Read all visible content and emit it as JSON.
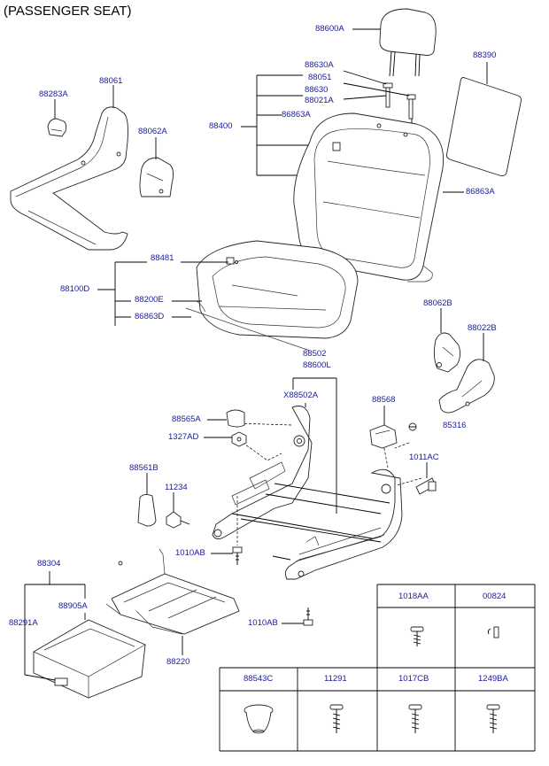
{
  "title": "(PASSENGER SEAT)",
  "labels": {
    "p88600A": "88600A",
    "p88390": "88390",
    "p88630A": "88630A",
    "p88051": "88051",
    "p88630": "88630",
    "p88021A": "88021A",
    "p88283A": "88283A",
    "p88061": "88061",
    "p88400": "88400",
    "p86863A_1": "86863A",
    "p88062A": "88062A",
    "p86863A_2": "86863A",
    "p88481": "88481",
    "p88100D": "88100D",
    "p88200E": "88200E",
    "p86863D": "86863D",
    "p88062B": "88062B",
    "p88022B": "88022B",
    "p88502": "88502",
    "p88600L": "88600L",
    "pX88502A": "X88502A",
    "p88568": "88568",
    "p88565A": "88565A",
    "p85316": "85316",
    "p1327AD": "1327AD",
    "p1011AC": "1011AC",
    "p88561B": "88561B",
    "p11234": "11234",
    "p1010AB_1": "1010AB",
    "p88304": "88304",
    "p88905A": "88905A",
    "p88291A": "88291A",
    "p1010AB_2": "1010AB",
    "p88220": "88220"
  },
  "table": {
    "row1": [
      "1018AA",
      "00824"
    ],
    "row2": [
      "88543C",
      "11291",
      "1017CB",
      "1249BA"
    ]
  }
}
